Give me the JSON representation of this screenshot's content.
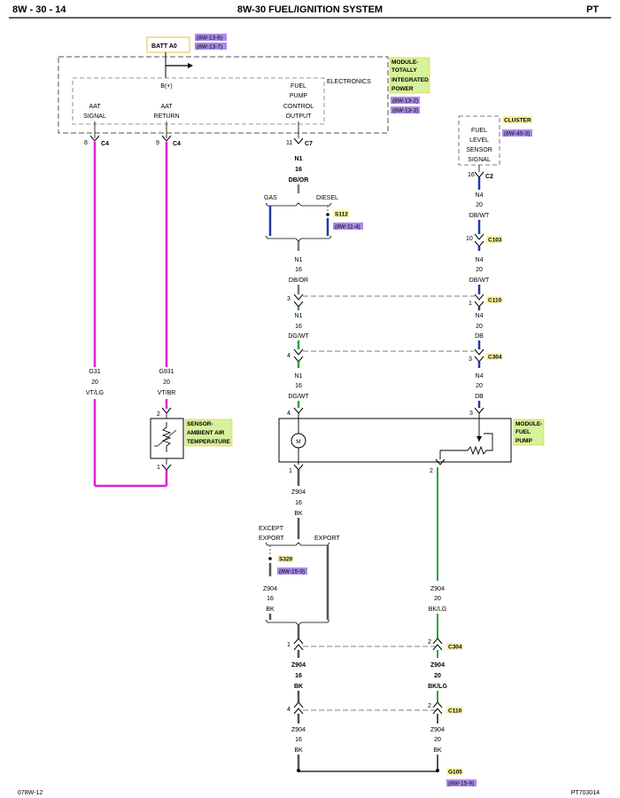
{
  "header": {
    "left": "8W - 30 - 14",
    "center": "8W-30 FUEL/IGNITION SYSTEM",
    "right": "PT"
  },
  "footer": {
    "left": "078W-12",
    "right": "PT703014"
  },
  "colors": {
    "violet_link": "#a98ae8",
    "yellow_tag": "#fbf3a4",
    "green_tag": "#d6f29a",
    "wire_vt": "#e020d8",
    "wire_blue": "#203aa8",
    "wire_green": "#29a63a",
    "wire_gray": "#7a7a7a",
    "wire_dark": "#555555"
  },
  "batt": {
    "label": "BATT A0",
    "refs": [
      "(8W-13-6)",
      "(8W-13-7)"
    ]
  },
  "ptm": {
    "tag": [
      "MODULE-",
      "TOTALLY",
      "INTEGRATED",
      "POWER"
    ],
    "refs": [
      "(8W-13-2)",
      "(8W-13-3)"
    ],
    "electronics": "ELECTRONICS",
    "bplus": "B(+)",
    "aat_signal": [
      "AAT",
      "SIGNAL"
    ],
    "aat_return": [
      "AAT",
      "RETURN"
    ],
    "fuel_pump_out": [
      "FUEL",
      "PUMP",
      "CONTROL",
      "OUTPUT"
    ]
  },
  "cluster": {
    "tag": "CLUSTER",
    "ref": "(8W-40-3)",
    "sensor_lines": [
      "FUEL",
      "LEVEL",
      "SENSOR",
      "SIGNAL"
    ],
    "pin": "16",
    "conn": "C2"
  },
  "pins": {
    "aat_sig_pin": "8",
    "aat_sig_conn": "C4",
    "aat_ret_pin": "9",
    "aat_ret_conn": "C4",
    "fp_pin": "11",
    "fp_conn": "C7"
  },
  "wires": {
    "n1_a": [
      "N1",
      "16",
      "DB/OR"
    ],
    "n1_b": [
      "N1",
      "16",
      "DB/OR"
    ],
    "n1_c": [
      "N1",
      "16",
      "DG/WT"
    ],
    "n1_d": [
      "N1",
      "16",
      "DG/WT"
    ],
    "n4_a": [
      "N4",
      "20",
      "DB/WT"
    ],
    "n4_b": [
      "N4",
      "20",
      "DB/WT"
    ],
    "n4_c": [
      "N4",
      "20",
      "DB"
    ],
    "n4_d": [
      "N4",
      "20",
      "DB"
    ],
    "g31": [
      "G31",
      "20",
      "VT/LG"
    ],
    "g931": [
      "G931",
      "20",
      "VT/BR"
    ],
    "z904_a": [
      "Z904",
      "16",
      "BK"
    ],
    "z904_b": [
      "Z904",
      "16",
      "BK"
    ],
    "z904_c": [
      "Z904",
      "16",
      "BK"
    ],
    "z904_d": [
      "Z904",
      "16",
      "BK"
    ],
    "z904_e": [
      "Z904",
      "20",
      "BK/LG"
    ],
    "z904_f": [
      "Z904",
      "20",
      "BK/LG"
    ],
    "z904_g": [
      "Z904",
      "20",
      "BK"
    ]
  },
  "gas_diesel": {
    "gas": "GAS",
    "diesel": "DIESEL",
    "splice": "S112",
    "splice_ref": "(8W-11-4)"
  },
  "connectors": {
    "c103": "C103",
    "c103_pin": "10",
    "c110": "C110",
    "c110_left_pin": "3",
    "c110_right_pin": "1",
    "c304": "C304",
    "c304_left_pin": "4",
    "c304_right_pin": "3",
    "pump_left_pin": "4",
    "pump_right_pin": "3",
    "pump_out_left": "1",
    "pump_out_right": "2",
    "c304b": "C304",
    "c304b_left": "1",
    "c304b_right": "2",
    "c110b": "C110",
    "c110b_left": "4",
    "c110b_right": "2"
  },
  "sensor": {
    "tag": [
      "SENSOR-",
      "AMBIENT AIR",
      "TEMPERATURE"
    ],
    "pin_top": "2",
    "pin_bottom": "1"
  },
  "pump": {
    "tag": [
      "MODULE-",
      "FUEL",
      "PUMP"
    ],
    "motor": "M"
  },
  "export": {
    "except": [
      "EXCEPT",
      "EXPORT"
    ],
    "export": "EXPORT",
    "splice": "S320",
    "splice_ref": "(8W-15-9)"
  },
  "ground": {
    "tag": "G105",
    "ref": "(8W-15-9)"
  }
}
